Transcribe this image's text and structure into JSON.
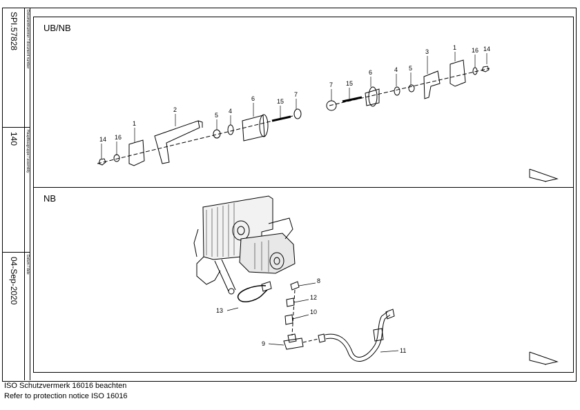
{
  "title_block": {
    "document_label": "Dokumentnummer / document number",
    "document_number": "SPI.57828",
    "assembly_label": "Hauptbaugruppe / assembly",
    "assembly_number": "140",
    "date_label": "Datum / date",
    "date": "04-Sep-2020"
  },
  "panels": {
    "top": {
      "title": "UB/NB",
      "callouts": [
        "14",
        "16",
        "1",
        "2",
        "5",
        "4",
        "6",
        "15",
        "7",
        "7",
        "15",
        "6",
        "4",
        "5",
        "3",
        "1",
        "16",
        "14"
      ]
    },
    "bottom": {
      "title": "NB",
      "callouts": [
        "8",
        "12",
        "10",
        "13",
        "9",
        "11"
      ]
    }
  },
  "footer": {
    "line1": "ISO Schutzvermerk 16016 beachten",
    "line2": "Refer to protection notice ISO 16016"
  },
  "icons": {
    "view_arrow": "view-direction-arrow-icon"
  }
}
